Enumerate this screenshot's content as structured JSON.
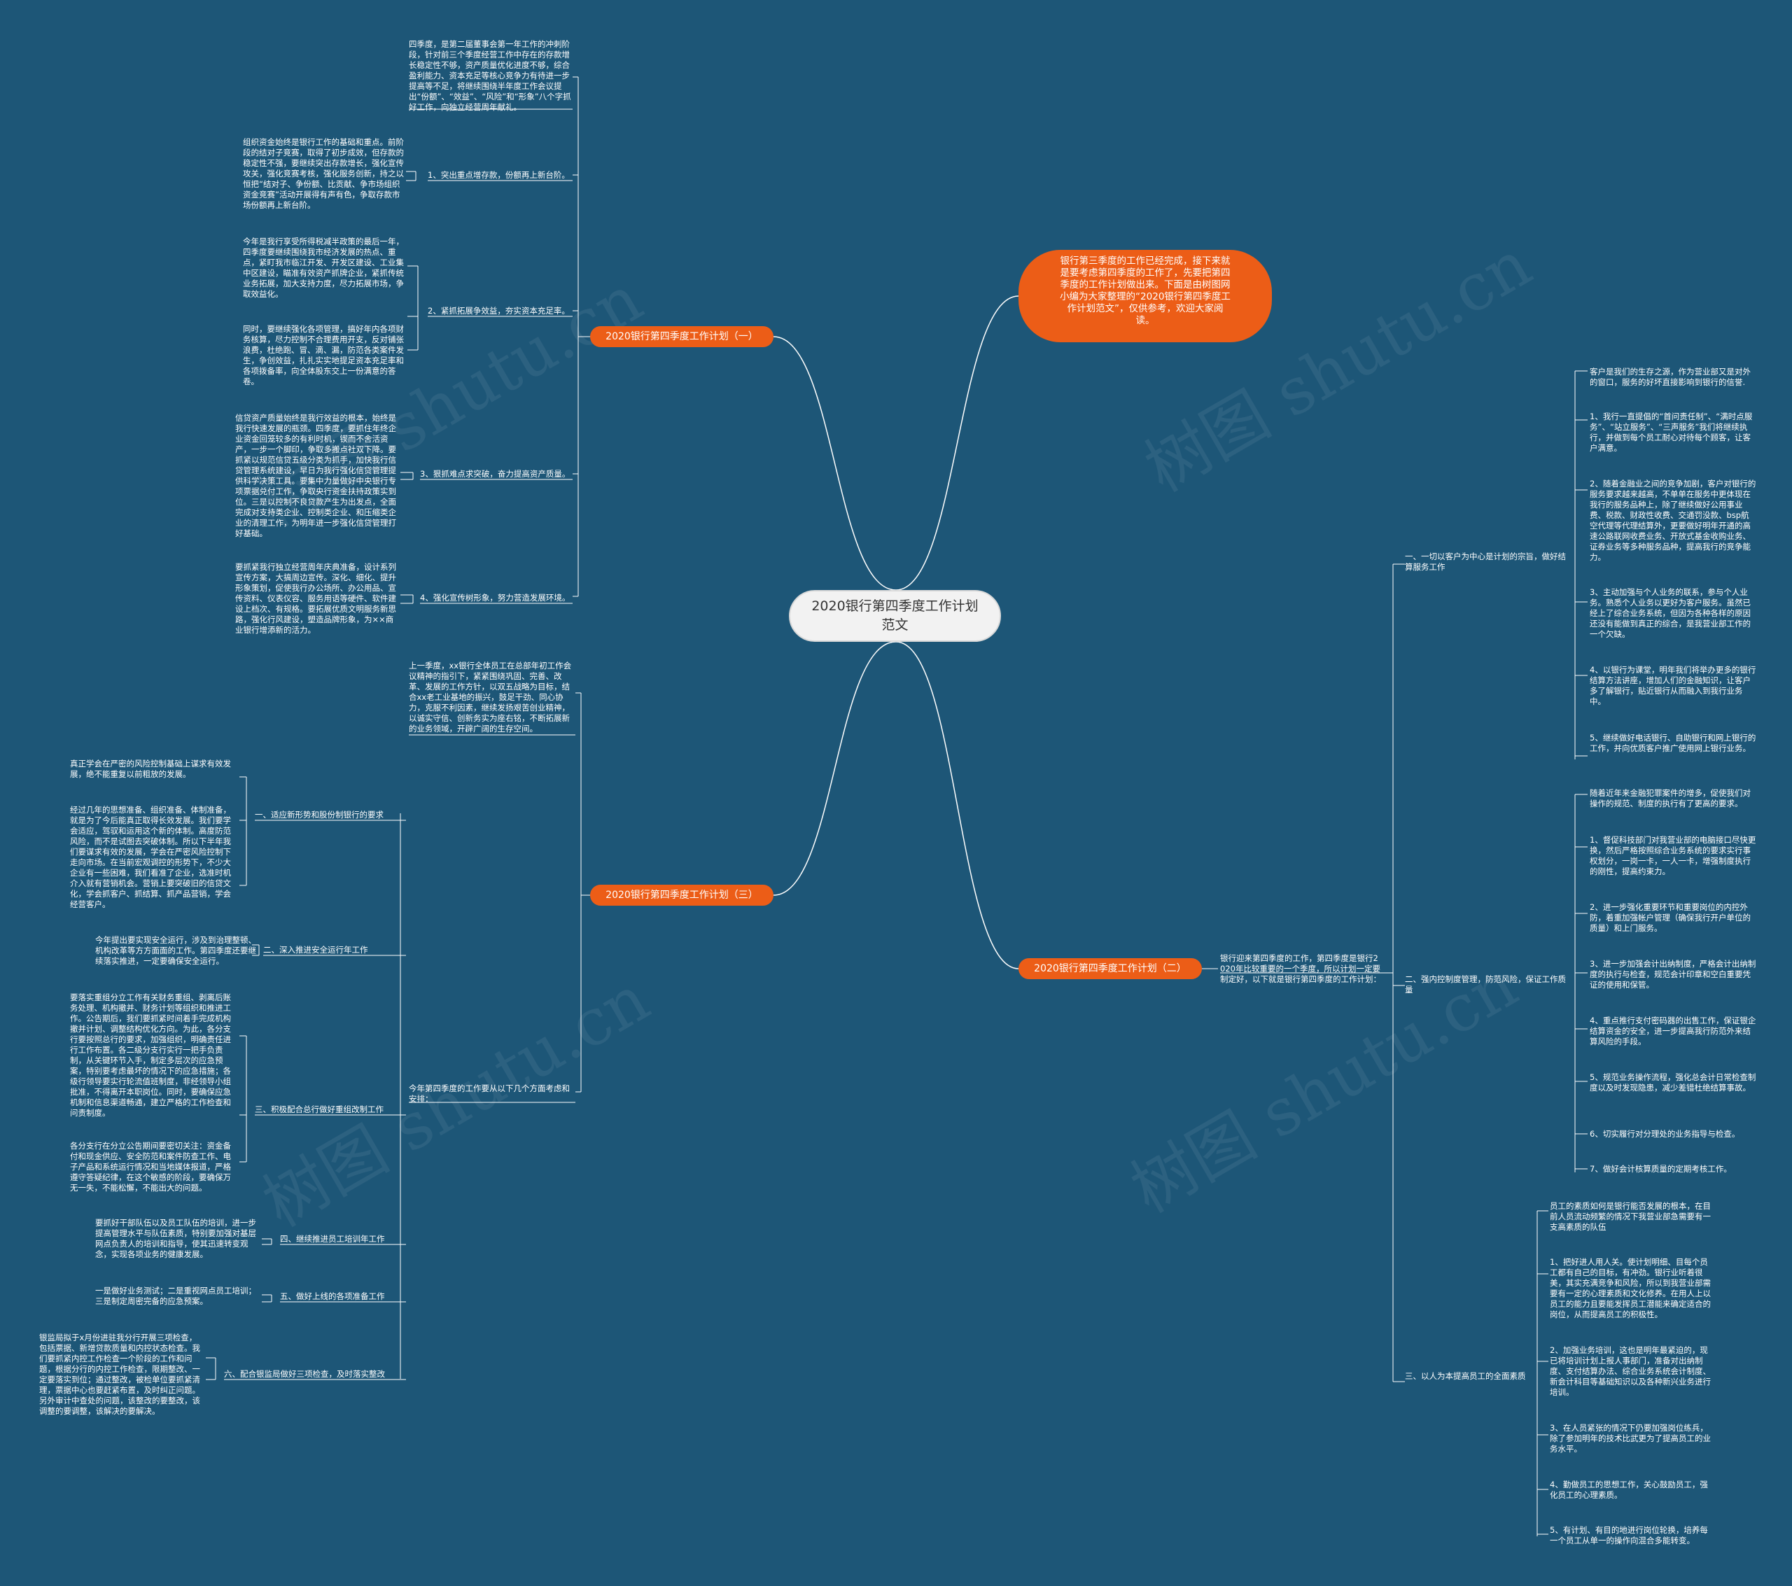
{
  "center": "2020银行第四季度工作计划范文",
  "intro": "银行第三季度的工作已经完成，接下来就是要考虑第四季度的工作了，先要把第四季度的工作计划做出来。下面是由树图网小编为大家整理的“2020银行第四季度工作计划范文”，仅供参考，欢迎大家阅读。",
  "watermark": "树图 shutu.cn",
  "branch1": {
    "title": "2020银行第四季度工作计划（一）",
    "top_text": "四季度，是第二届董事会第一年工作的冲刺阶段，针对前三个季度经营工作中存在的存款增长稳定性不够，资产质量优化进度不够，综合盈利能力、资本充足等核心竞争力有待进一步提高等不足，将继续围绕半年度工作会议提出“份额”、“效益”、“风险”和“形象”八个字抓好工作，向独立经营周年献礼。",
    "items": [
      {
        "label": "1、突出重点增存款，份额再上新台阶。",
        "texts": [
          "组织资金始终是银行工作的基础和重点。前阶段的结对子竞赛，取得了初步成效，但存款的稳定性不强，要继续突出存款增长，强化宣传攻关，强化竞赛考核，强化服务创新，持之以恒把“结对子、争份额、比贡献、争市场组织资金竞赛”活动开展得有声有色，争取存款市场份额再上新台阶。"
        ]
      },
      {
        "label": "2、紧抓拓展争效益，夯实资本充足率。",
        "texts": [
          "今年是我行享受所得税减半政策的最后一年，四季度要继续围绕我市经济发展的热点、重点，紧盯我市临江开发、开发区建设、工业集中区建设，瞄准有效资产抓牌企业，紧抓传统业务拓展，加大支持力度，尽力拓展市场，争取效益化。",
          "同时，要继续强化各项管理，搞好年内各项财务核算，尽力控制不合理费用开支，反对铺张浪费，杜绝跑、冒、滴、漏，防范各类案件发生，争创效益，扎扎实实地提足资本充足率和各项拨备率，向全体股东交上一份满意的答卷。"
        ]
      },
      {
        "label": "3、狠抓难点求突破，奋力提高资产质量。",
        "texts": [
          "信贷资产质量始终是我行效益的根本，始终是我行快速发展的瓶颈。四季度，要抓住年终企业资金回笼较多的有利时机，锲而不舍活资产，一步一个脚印，争取多搬点社双下降。要抓紧以规范信贷五级分类为抓手，加快我行信贷管理系统建设，早日为我行强化信贷管理提供科学决策工具。要集中力量做好中央银行专项票据兑付工作，争取央行资金扶持政策实到位。三是以控制不良贷款产生为出发点，全面完成对支持类企业、控制类企业、和压缩类企业的清理工作，为明年进一步强化信贷管理打好基础。"
        ]
      },
      {
        "label": "4、强化宣传树形象，努力营造发展环境。",
        "texts": [
          "要抓紧我行独立经营周年庆典准备，设计系列宣传方案，大搞周边宣传。深化、细化、提升形象策划，促使我行办公场所、办公用品、宣传资料、仪表仪容、服务用语等硬件、软件建设上档次、有规格。要拓展优质文明服务新思路，强化行风建设，塑造品牌形象，为××商业银行增添新的活力。"
        ]
      }
    ]
  },
  "branch3": {
    "title": "2020银行第四季度工作计划（三）",
    "top_text": "上一季度，xx银行全体员工在总部年初工作会议精神的指引下，紧紧围绕巩固、完善、改革、发展的工作方针，以双五战略为目标，结合xx老工业基地的振兴，鼓足干劲、同心协力，克服不利因素，继续发扬艰苦创业精神，以诚实守信、创新务实为座右铭，不断拓展新的业务领域，开辟广阔的生存空间。",
    "sub_label": "今年第四季度的工作要从以下几个方面考虑和安排：",
    "items": [
      {
        "label": "一、适应新形势和股份制银行的要求",
        "texts": [
          "真正学会在严密的风险控制基础上谋求有效发展，绝不能重复以前粗放的发展。",
          "经过几年的思想准备、组织准备、体制准备，就是为了今后能真正取得长效发展。我们要学会适应，驾驭和运用这个新的体制。高度防范风险，而不是试图去突破体制。所以下半年我们要谋求有效的发展，学会在严密风险控制下走向市场。在当前宏观调控的形势下，不少大企业有一些困难，我们看准了企业，选准时机介入就有营销机会。营销上要突破旧的信贷文化，学会抓客户、抓结算、抓产品营销，学会经营客户。"
        ]
      },
      {
        "label": "二、深入推进安全运行年工作",
        "texts": [
          "今年提出要实现安全运行，涉及到治理整顿、机构改革等方方面面的工作。第四季度还要继续落实推进，一定要确保安全运行。"
        ]
      },
      {
        "label": "三、积极配合总行做好重组改制工作",
        "texts": [
          "要落实重组分立工作有关财务重组、剥离后账务处理、机构撤并、财务计划等组织和推进工作。公告期后，我们要抓紧时间着手完成机构撤并计划、调整结构优化方向。为此，各分支行要按照总行的要求，加强组织，明确责任进行工作布置。各二级分支行实行一把手负责制，从关键环节入手，制定多层次的应急预案，特别要考虑最坏的情况下的应急措施；各级行领导要实行轮流值班制度，非经领导小组批准，不得离开本职岗位。同时，要确保应急机制和信息渠道畅通，建立严格的工作检查和问责制度。",
          "各分支行在分立公告期间要密切关注：资金备付和现金供应、安全防范和案件防查工作、电子产品和系统运行情况和当地媒体报道，严格遵守答疑纪律，在这个敏感的阶段，要确保万无一失，不能松懈，不能出大的问题。"
        ]
      },
      {
        "label": "四、继续推进员工培训年工作",
        "texts": [
          "要抓好干部队伍以及员工队伍的培训，进一步提高管理水平与队伍素质，特别要加强对基层网点负责人的培训和指导，使其迅速转变观念，实现各项业务的健康发展。"
        ]
      },
      {
        "label": "五、做好上线的各项准备工作",
        "texts": [
          "一是做好业务测试；二是重视网点员工培训；三是制定周密完备的应急预案。"
        ]
      },
      {
        "label": "六、配合银监局做好三项检查，及时落实整改",
        "texts": [
          "银监局拟于x月份进驻我分行开展三项检查，包括票据、新增贷款质量和内控状态检查。我们要抓紧内控工作检查一个阶段的工作和问题，根据分行的内控工作检查，限期整改、一定要落实到位；通过整改，被检单位要抓紧清理，票据中心也要赶紧布置，及时纠正问题。另外审计中查处的问题，该整改的要整改，该调整的要调整，该解决的要解决。"
        ]
      }
    ]
  },
  "branch2": {
    "title": "2020银行第四季度工作计划（二）",
    "sub_label": "银行迎来第四季度的工作，第四季度是银行2020年比较重要的一个季度，所以计划一定要制定好，以下就是银行第四季度的工作计划：",
    "items": [
      {
        "label": "一、一切以客户为中心是计划的宗旨，做好结算服务工作",
        "texts": [
          "客户是我们的生存之源，作为营业部又是对外的窗口，服务的好坏直接影响到银行的信誉.",
          "1、我行一直提倡的“首问责任制”、“满时点服务”、“站立服务”、“三声服务”我们将继续执行，并做到每个员工耐心对待每个顾客，让客户满意。",
          "2、随着金融业之间的竞争加剧，客户对银行的服务要求越来越高，不单单在服务中更体现在我行的服务品种上，除了继续做好公用事业费、税款、财政性收费、交通罚没款、bsp航空代理等代理结算外，更要做好明年开通的高速公路联网收费业务、开放式基金收购业务、证券业务等多种服务品种，提高我行的竞争能力。",
          "3、主动加强与个人业务的联系，参与个人业务。熟悉个人业务以更好为客户服务。虽然已经上了综合业务系统，但因为各种各样的原因还没有能做到真正的综合，是我营业部工作的一个欠缺。",
          "4、以银行为课堂，明年我们将举办更多的银行结算方法讲座，增加人们的金融知识，让客户多了解银行，贴近银行从而融入到我行业务中。",
          "5、继续做好电话银行、自助银行和网上银行的工作，并向优质客户推广使用网上银行业务。"
        ]
      },
      {
        "label": "二、强内控制度管理，防范风险，保证工作质量",
        "texts": [
          "随着近年来金融犯罪案件的增多，促使我们对操作的规范、制度的执行有了更高的要求。",
          "1、督促科技部门对我营业部的电脑接口尽快更换，然后严格按照综合业务系统的要求实行事权划分，一岗一卡，一人一卡，增强制度执行的刚性，提高约束力。",
          "2、进一步强化重要环节和重要岗位的内控外防，着重加强帐户管理（确保我行开户单位的质量）和上门服务。",
          "3、进一步加强会计出纳制度，严格会计出纳制度的执行与检查，规范会计印章和空白重要凭证的使用和保管。",
          "4、重点推行支付密码器的出售工作，保证银企结算资金的安全，进一步提高我行防范外来结算风险的手段。",
          "5、规范业务操作流程，强化总会计日常检查制度以及时发现隐患，减少差错杜绝结算事故。",
          "6、切实履行对分理处的业务指导与检查。",
          "7、做好会计核算质量的定期考核工作。"
        ]
      },
      {
        "label": "三、以人为本提高员工的全面素质",
        "texts": [
          "员工的素质如何是银行能否发展的根本，在目前人员流动频繁的情况下我营业部急需要有一支高素质的队伍",
          "1、把好进人用人关。使计划明细、目每个员工都有自己的目标，有冲劲。银行业听着很美，其实充满竞争和风险，所以到我营业部需要有一定的心理素质和文化修养。在用人上以员工的能力且要能发挥员工潜能来确定适合的岗位，从而提高员工的积极性。",
          "2、加强业务培训，这也是明年最紧迫的，现已将培训计划上报人事部门，准备对出纳制度、支付结算办法、综合业务系统会计制度、新会计科目等基础知识以及各种新兴业务进行培训。",
          "3、在人员紧张的情况下仍要加强岗位练兵，除了参加明年的技术比武更为了提高员工的业务水平。",
          "4、勤做员工的思想工作，关心鼓励员工，强化员工的心理素质。",
          "5、有计划、有目的地进行岗位轮换，培养每一个员工从单一的操作向混合多能转变。"
        ]
      }
    ]
  }
}
